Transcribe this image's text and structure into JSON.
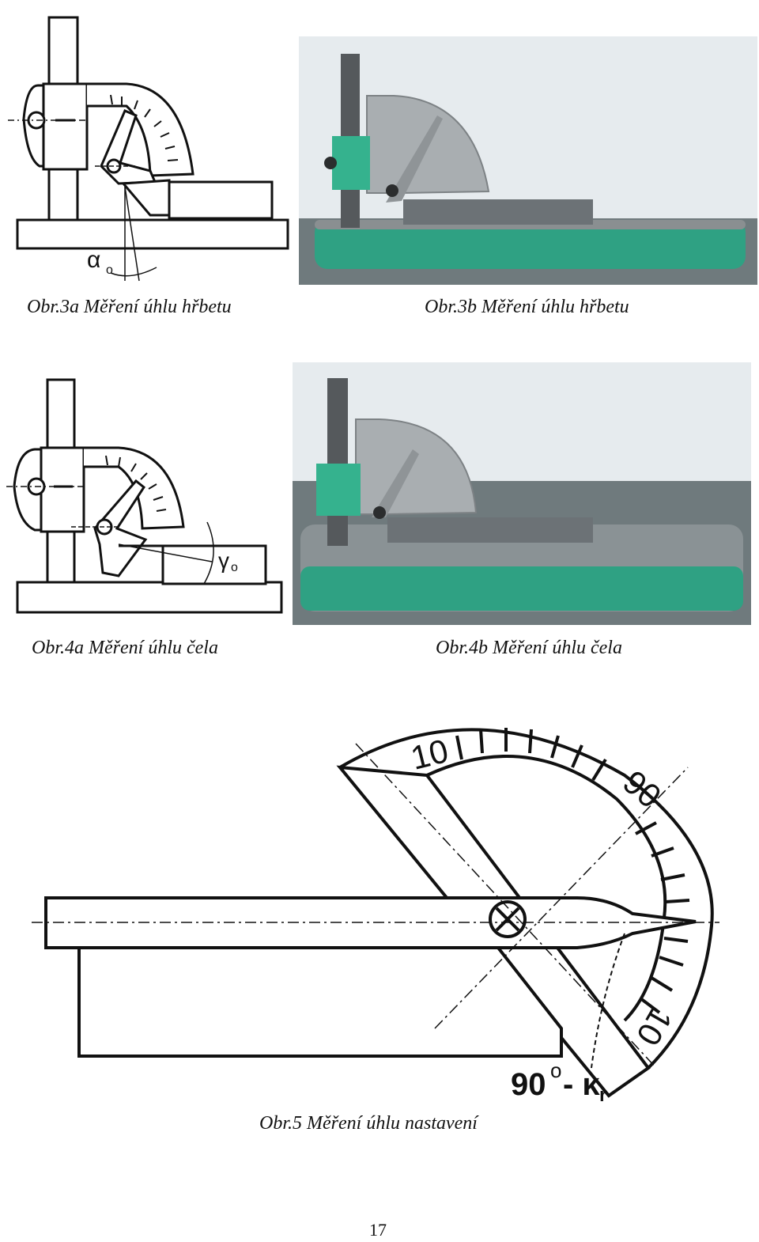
{
  "figures": [
    {
      "id": "3a",
      "caption": "Obr.3a  Měření úhlu hřbetu",
      "angle_label": "α",
      "angle_sub": "o"
    },
    {
      "id": "3b",
      "caption": "Obr.3b  Měření úhlu hřbetu"
    },
    {
      "id": "4a",
      "caption": "Obr.4a  Měření úhlu čela",
      "angle_label": "γ",
      "angle_sub": "o"
    },
    {
      "id": "4b",
      "caption": "Obr.4b  Měření úhlu čela"
    },
    {
      "id": "5",
      "caption": "Obr.5  Měření úhlu nastavení",
      "scale_left": "10",
      "scale_mid": "90",
      "scale_right": "10",
      "formula_main": "90",
      "formula_sup": "o",
      "formula_rest": "- κ",
      "formula_sub": "r"
    }
  ],
  "page_number": "17",
  "colors": {
    "line": "#111111",
    "wall": "#e6ebee",
    "table": "#6f7a7d",
    "base_green": "#2fa183",
    "steel": "#a9aeb1",
    "bar_dark": "#6c7276",
    "clamp_green": "#35b28e"
  }
}
